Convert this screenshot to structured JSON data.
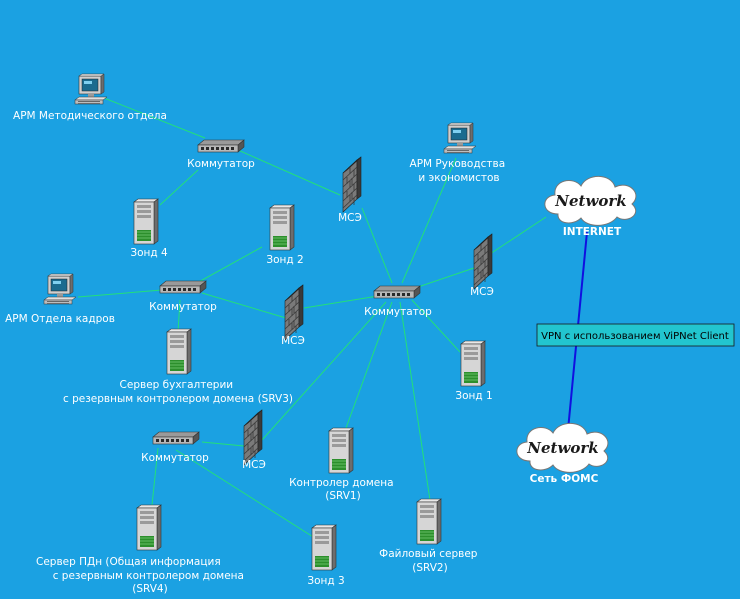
{
  "nodes": {
    "pc_methodical": {
      "label": [
        "АРМ Методического отдела"
      ]
    },
    "switch_top": {
      "label": [
        "Коммутатор"
      ]
    },
    "zond4": {
      "label": [
        "Зонд 4"
      ]
    },
    "zond2": {
      "label": [
        "Зонд 2"
      ]
    },
    "firewall_top": {
      "label": [
        "МСЭ"
      ]
    },
    "pc_management": {
      "label": [
        "АРМ Руководства",
        "и экономистов"
      ]
    },
    "cloud_internet": {
      "title": "Network",
      "label": [
        "INTERNET"
      ]
    },
    "firewall_right": {
      "label": [
        "МСЭ"
      ]
    },
    "switch_central": {
      "label": [
        "Коммутатор"
      ]
    },
    "pc_hr": {
      "label": [
        "АРМ Отдела кадров"
      ]
    },
    "switch_mid": {
      "label": [
        "Коммутатор"
      ]
    },
    "firewall_mid": {
      "label": [
        "МСЭ"
      ]
    },
    "srv3": {
      "label": [
        "Сервер бухгалтерии",
        "с резервным контролером домена (SRV3)"
      ]
    },
    "zond1": {
      "label": [
        "Зонд 1"
      ]
    },
    "switch_bottom": {
      "label": [
        "Коммутатор"
      ]
    },
    "firewall_bottom": {
      "label": [
        "МСЭ"
      ]
    },
    "srv1": {
      "label": [
        "Контролер домена",
        "(SRV1)"
      ]
    },
    "srv2": {
      "label": [
        "Файловый сервер",
        "(SRV2)"
      ]
    },
    "srv4": {
      "label": [
        "Сервер ПДн (Общая информация",
        "с резервным контролером домена",
        "(SRV4)"
      ]
    },
    "zond3": {
      "label": [
        "Зонд 3"
      ]
    },
    "cloud_foms": {
      "title": "Network",
      "label": [
        "Сеть ФОМС"
      ]
    }
  },
  "vpn_label": "VPN с использованием ViPNet Client",
  "colors": {
    "background": "#1BA1E2",
    "link": "#22E07A",
    "vpn_link": "#1010E0",
    "label_text": "#FFFFFF",
    "callout_bg": "#22C5CF"
  }
}
